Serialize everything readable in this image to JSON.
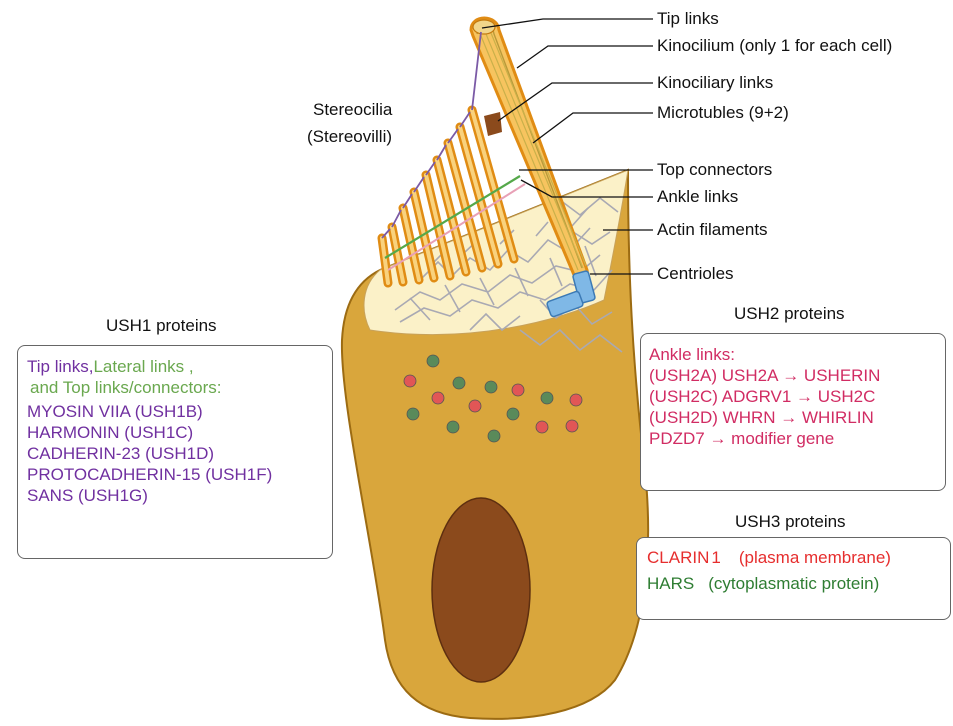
{
  "labels": {
    "tip_links": "Tip links",
    "kinocilium": "Kinocilium (only 1 for each cell)",
    "kinociliary_links": "Kinociliary links",
    "microtubules": "Microtubles (9+2)",
    "top_connectors": "Top connectors",
    "ankle_links": "Ankle links",
    "actin_filaments": "Actin filaments",
    "centrioles": "Centrioles",
    "stereocilia_line1": "Stereocilia",
    "stereocilia_line2": "(Stereovilli)"
  },
  "ush1": {
    "title": "USH1 proteins",
    "tip_links": "Tip links,",
    "lateral_links": "Lateral links ,",
    "top_links": "and Top links/connectors:",
    "items": [
      "MYOSIN VIIA (USH1B)",
      "HARMONIN   (USH1C)",
      "CADHERIN-23 (USH1D)",
      "PROTOCADHERIN-15 (USH1F)",
      "SANS (USH1G)"
    ]
  },
  "ush2": {
    "title": "USH2 proteins",
    "heading": "Ankle links:",
    "items": [
      "(USH2A) USH2A → USHERIN",
      "(USH2C) ADGRV1 → USH2C",
      "(USH2D) WHRN → WHIRLIN",
      "PDZD7 →  modifier gene"
    ]
  },
  "ush3": {
    "title": "USH3 proteins",
    "clarin": "CLARIN",
    "clarin_num": "1",
    "clarin_note": "(plasma membrane)",
    "hars": "HARS",
    "hars_note": "(cytoplasmatic protein)"
  },
  "colors": {
    "cell_body": "#d9a63c",
    "cell_outline": "#9c6b12",
    "nucleus": "#8b4a1c",
    "stereocilia": "#f5be55",
    "apical_surface": "#fbf1c8",
    "actin": "#a9a9b3",
    "centriole": "#7fb8e6",
    "granule_red": "#e15656",
    "granule_green": "#5a8a5a",
    "link_purple": "#7b5aa6",
    "link_green": "#55a84a",
    "link_pink": "#e8a0b6",
    "ush1_purple": "#7030a0",
    "ush1_green": "#6aa84f",
    "ush2_pink": "#d12c63",
    "ush3_red": "#e62e2e",
    "ush3_green": "#2e7d32"
  }
}
